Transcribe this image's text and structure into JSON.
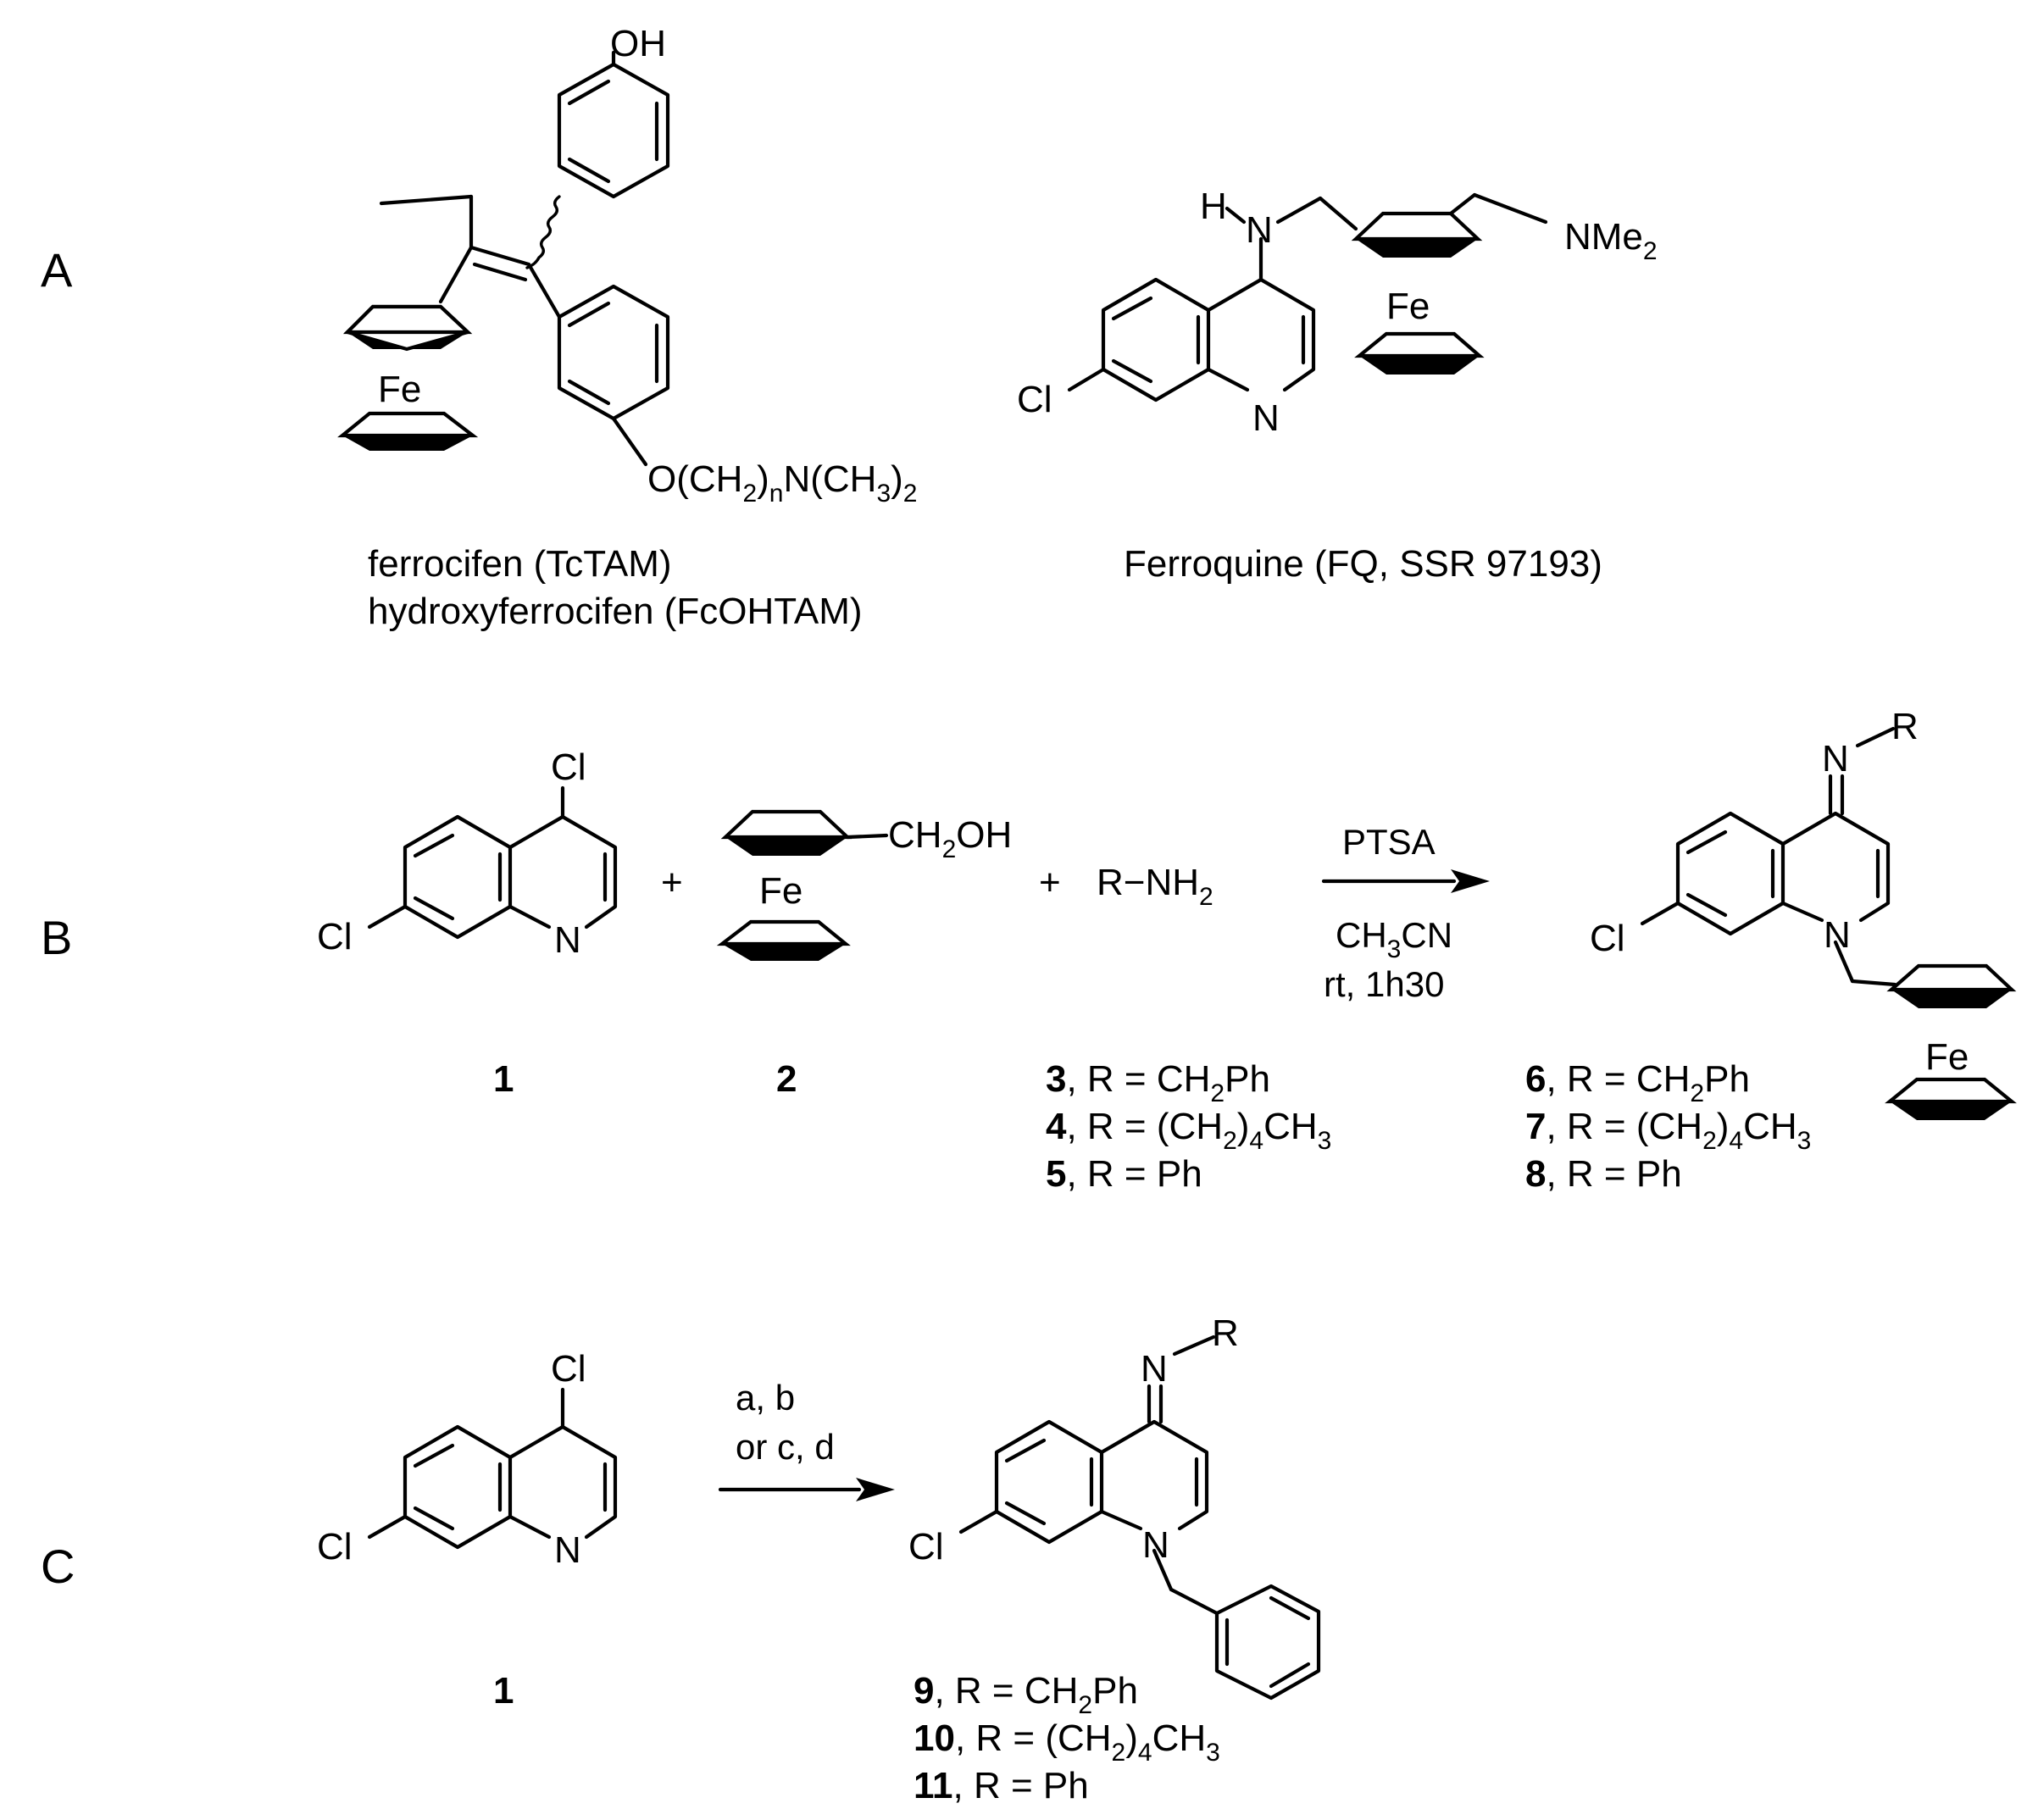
{
  "panels": {
    "a": "A",
    "b": "B",
    "c": "C"
  },
  "atoms": {
    "oh": "OH",
    "fe": "Fe",
    "h": "H",
    "n": "N",
    "cl": "Cl",
    "nme2": "NMe",
    "nme2_sub": "2",
    "o_chain": "O(CH",
    "o_chain_sub1": "2",
    "o_chain_mid": ")",
    "o_chain_sub_n": "n",
    "o_chain_mid2": "N(CH",
    "o_chain_sub3": "3",
    "o_chain_end": ")",
    "o_chain_sub2b": "2",
    "ch2oh_a": "CH",
    "ch2oh_sub": "2",
    "ch2oh_b": "OH",
    "r": "R",
    "rnh2_a": "R−NH",
    "rnh2_sub": "2",
    "plus": "+"
  },
  "panel_a": {
    "compound1_line1": "ferrocifen (TcTAM)",
    "compound1_line2": "hydroxyferrocifen (FcOHTAM)",
    "compound2": "Ferroquine (FQ, SSR 97193)"
  },
  "panel_b": {
    "reagent": "PTSA",
    "solvent_a": "CH",
    "solvent_sub": "3",
    "solvent_b": "CN",
    "conditions": "rt, 1h30",
    "num_1": "1",
    "num_2": "2",
    "amines": [
      {
        "num": "3",
        "text_a": ", R = CH",
        "sub": "2",
        "text_b": "Ph"
      },
      {
        "num": "4",
        "text_a": ", R = (CH",
        "sub": "2",
        "text_b": ")",
        "sub2": "4",
        "text_c": "CH",
        "sub3": "3"
      },
      {
        "num": "5",
        "text_a": ", R = Ph"
      }
    ],
    "products": [
      {
        "num": "6",
        "text_a": ", R = CH",
        "sub": "2",
        "text_b": "Ph"
      },
      {
        "num": "7",
        "text_a": ", R = (CH",
        "sub": "2",
        "text_b": ")",
        "sub2": "4",
        "text_c": "CH",
        "sub3": "3"
      },
      {
        "num": "8",
        "text_a": ", R = Ph"
      }
    ]
  },
  "panel_c": {
    "cond_line1": "a, b",
    "cond_line2": "or c, d",
    "num_1": "1",
    "products": [
      {
        "num": "9",
        "text_a": ", R = CH",
        "sub": "2",
        "text_b": "Ph"
      },
      {
        "num": "10",
        "text_a": ", R = (CH",
        "sub": "2",
        "text_b": ")",
        "sub2": "4",
        "text_c": "CH",
        "sub3": "3"
      },
      {
        "num": "11",
        "text_a": ", R = Ph"
      }
    ]
  }
}
